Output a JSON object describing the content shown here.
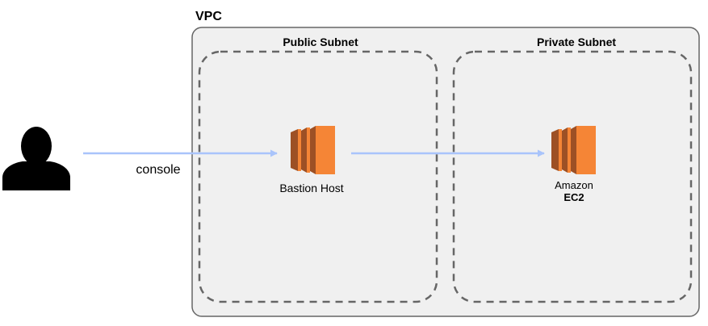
{
  "diagram": {
    "vpc": {
      "label": "VPC"
    },
    "public_subnet": {
      "label": "Public Subnet"
    },
    "private_subnet": {
      "label": "Private Subnet"
    },
    "user": {
      "icon": "user-icon"
    },
    "connections": [
      {
        "label": "console",
        "color": "#a9c4fb"
      },
      {
        "label": "",
        "color": "#a9c4fb"
      }
    ],
    "bastion": {
      "icon": "ec2-instance-icon",
      "label": "Bastion Host"
    },
    "ec2": {
      "icon": "ec2-instance-icon",
      "label_line1": "Amazon",
      "label_line2": "EC2"
    },
    "colors": {
      "ec2_orange": "#f58536",
      "ec2_dark": "#9d5025",
      "vpc_fill": "#f0f0f0",
      "vpc_border": "#666666",
      "subnet_border": "#666666",
      "arrow": "#a9c4fb"
    }
  }
}
